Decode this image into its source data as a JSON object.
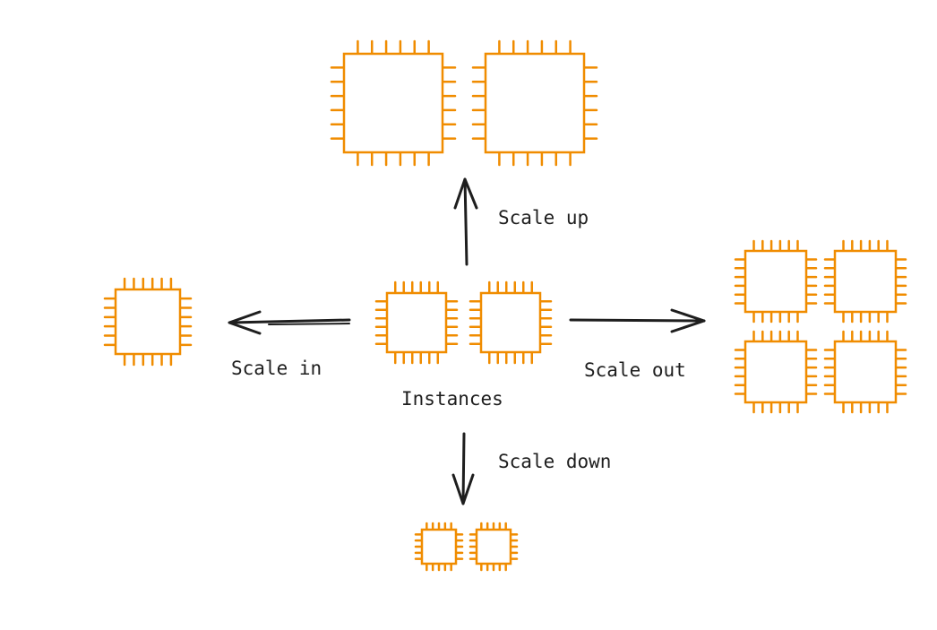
{
  "diagram": {
    "labels": {
      "center": "Instances",
      "up": "Scale up",
      "down": "Scale down",
      "in": "Scale in",
      "out": "Scale out"
    },
    "chip_icon": "ec2-instance-chip-icon",
    "chip_color": "#f08c00",
    "arrow_color": "#1e1e1e"
  }
}
